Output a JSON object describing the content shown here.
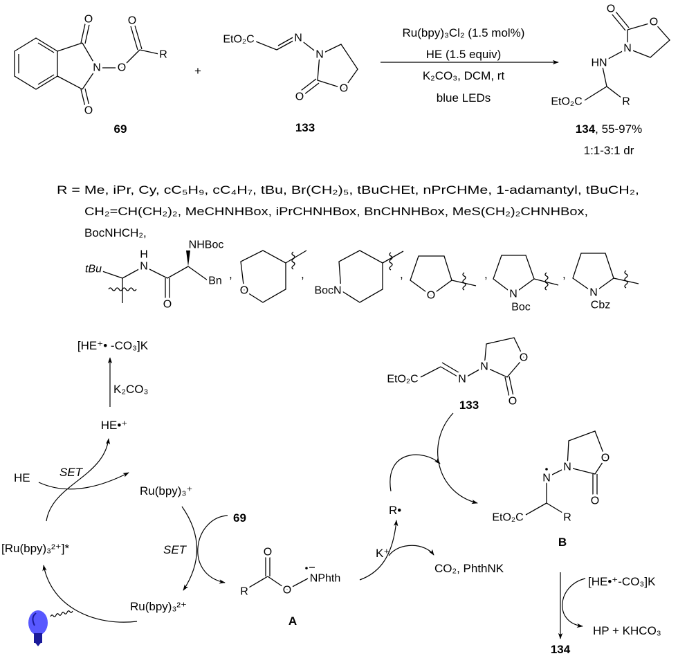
{
  "atoms": {
    "O": "O",
    "N": "N",
    "R": "R",
    "H": "H",
    "HN": "HN",
    "ester": "EtO₂C",
    "NHBoc": "NHBoc",
    "Bn": "Bn",
    "tBu": "tBu",
    "BocN": "BocN",
    "Boc": "Boc",
    "Cbz": "Cbz",
    "NPhth": "NPhth",
    "comma": ","
  },
  "reaction": {
    "reactant1_label": "69",
    "plus": "+",
    "reactant2_label": "133",
    "conditions": [
      "Ru(bpy)₃Cl₂ (1.5 mol%)",
      "HE (1.5 equiv)",
      "K₂CO₃, DCM, rt",
      "blue LEDs"
    ],
    "product_label": "134",
    "product_yield": ", 55-97%",
    "product_dr": "1:1-3:1 dr"
  },
  "r_groups": {
    "lines": [
      "R = Me, iPr, Cy, cC₅H₉, cC₄H₇, tBu, Br(CH₂)₅, tBuCHEt, nPrCHMe, 1-adamantyl, tBuCH₂,",
      "CH₂=CH(CH₂)₂, MeCHNHBox, iPrCHNHBox, BnCHNHBox, MeS(CH₂)₂CHNHBox,",
      "BocNHCH₂,"
    ]
  },
  "mechanism": {
    "he_radical_complex": "[HE⁺• -CO₃]K",
    "k2co3": "K₂CO₃",
    "he_radical_cation": "HE•⁺",
    "he": "HE",
    "set1": "SET",
    "set2": "SET",
    "ru_plus": "Ru(bpy)₃⁺",
    "ru_excited": "[Ru(bpy)₃²⁺]*",
    "ru_2plus": "Ru(bpy)₃²⁺",
    "reagent_69": "69",
    "intermediate_a": "A",
    "k_plus": "K⁺",
    "r_radical": "R•",
    "byproducts": "CO₂, PhthNK",
    "reagent_133": "133",
    "intermediate_b": "B",
    "he_complex_2": "[HE•⁺-CO₃]K",
    "final_byproducts": "HP + KHCO₃",
    "final_product": "134"
  },
  "colors": {
    "bulb": "#3b3bff",
    "bulb_base": "#1a1a9a"
  }
}
